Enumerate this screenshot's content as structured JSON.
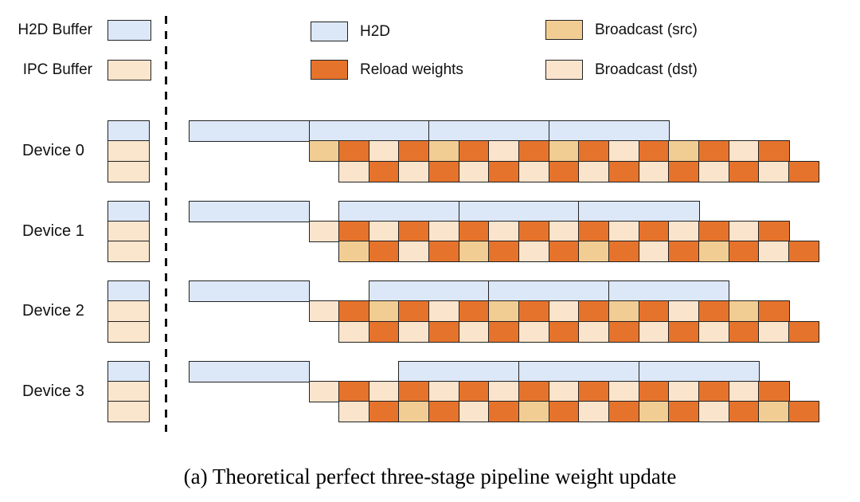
{
  "caption": "(a) Theoretical perfect three-stage pipeline weight update",
  "colors": {
    "h2d": "#DCE7F7",
    "ipc_buffer": "#FAE5CD",
    "reload": "#E6732C",
    "broadcast_src": "#F2CD93",
    "broadcast_dst": "#FAE4CC",
    "border": "#222222"
  },
  "legend": {
    "buffers": [
      {
        "label": "H2D Buffer",
        "color_key": "h2d"
      },
      {
        "label": "IPC Buffer",
        "color_key": "ipc_buffer"
      }
    ],
    "stages": [
      {
        "label": "H2D",
        "color_key": "h2d"
      },
      {
        "label": "Reload weights",
        "color_key": "reload"
      },
      {
        "label": "Broadcast (src)",
        "color_key": "broadcast_src"
      },
      {
        "label": "Broadcast (dst)",
        "color_key": "broadcast_dst"
      }
    ]
  },
  "devices": [
    {
      "label": "Device 0",
      "h2d_gap_blocks": 0,
      "h2d_segments": 4,
      "ipc_row1": [
        "src",
        "reload",
        "dst",
        "reload",
        "src",
        "reload",
        "dst",
        "reload",
        "src",
        "reload",
        "dst",
        "reload",
        "src",
        "reload",
        "dst",
        "reload"
      ],
      "ipc_row2": [
        "dst",
        "reload",
        "dst",
        "reload",
        "dst",
        "reload",
        "dst",
        "reload",
        "dst",
        "reload",
        "dst",
        "reload",
        "dst",
        "reload",
        "dst",
        "reload"
      ]
    },
    {
      "label": "Device 1",
      "h2d_gap_blocks": 1,
      "h2d_segments": 4,
      "ipc_row1": [
        "dst",
        "reload",
        "dst",
        "reload",
        "dst",
        "reload",
        "dst",
        "reload",
        "dst",
        "reload",
        "dst",
        "reload",
        "dst",
        "reload",
        "dst",
        "reload"
      ],
      "ipc_row2": [
        "src",
        "reload",
        "dst",
        "reload",
        "src",
        "reload",
        "dst",
        "reload",
        "src",
        "reload",
        "dst",
        "reload",
        "src",
        "reload",
        "dst",
        "reload"
      ]
    },
    {
      "label": "Device 2",
      "h2d_gap_blocks": 2,
      "h2d_segments": 4,
      "ipc_row1": [
        "dst",
        "reload",
        "src",
        "reload",
        "dst",
        "reload",
        "src",
        "reload",
        "dst",
        "reload",
        "src",
        "reload",
        "dst",
        "reload",
        "src",
        "reload"
      ],
      "ipc_row2": [
        "dst",
        "reload",
        "dst",
        "reload",
        "dst",
        "reload",
        "dst",
        "reload",
        "dst",
        "reload",
        "dst",
        "reload",
        "dst",
        "reload",
        "dst",
        "reload"
      ]
    },
    {
      "label": "Device 3",
      "h2d_gap_blocks": 3,
      "h2d_segments": 4,
      "ipc_row1": [
        "dst",
        "reload",
        "dst",
        "reload",
        "dst",
        "reload",
        "dst",
        "reload",
        "dst",
        "reload",
        "dst",
        "reload",
        "dst",
        "reload",
        "dst",
        "reload"
      ],
      "ipc_row2": [
        "dst",
        "reload",
        "src",
        "reload",
        "dst",
        "reload",
        "src",
        "reload",
        "dst",
        "reload",
        "src",
        "reload",
        "dst",
        "reload",
        "src",
        "reload"
      ]
    }
  ]
}
